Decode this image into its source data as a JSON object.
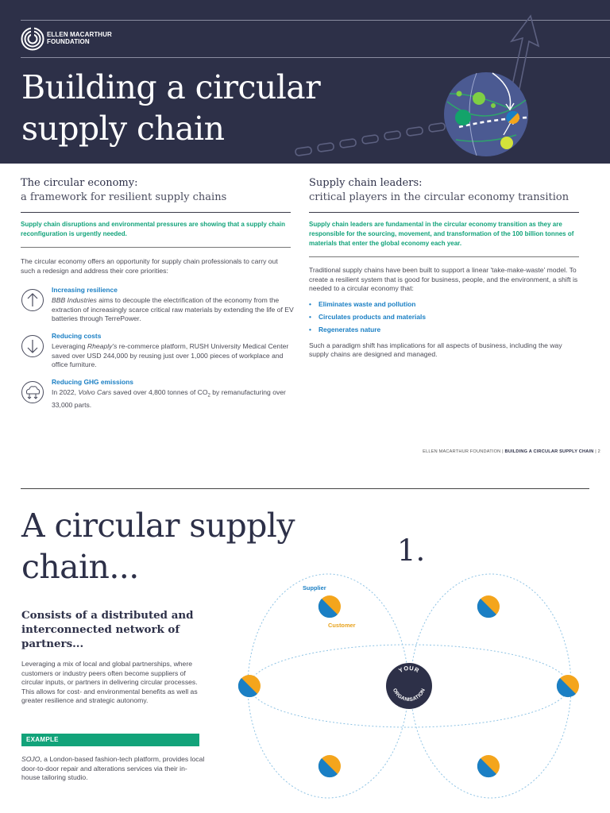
{
  "header": {
    "logo_line1": "ELLEN MACARTHUR",
    "logo_line2": "FOUNDATION",
    "title": "Building a circular supply chain"
  },
  "left": {
    "heading": "The circular economy:",
    "subheading": "a framework for resilient supply chains",
    "lead": "Supply chain disruptions and environmental pressures are showing that a supply chain reconfiguration is urgently needed.",
    "intro": "The circular economy offers an opportunity for supply chain professionals to carry out such a redesign and address their core priorities:",
    "priorities": [
      {
        "title": "Increasing resilience",
        "icon": "arrow-up-circle-icon",
        "em": "BBB Industries",
        "text": " aims to decouple the electrification of the economy from the extraction of increasingly scarce critical raw materials by extending the life of EV batteries through TerrePower."
      },
      {
        "title": "Reducing costs",
        "icon": "arrow-down-circle-icon",
        "pre": "Leveraging ",
        "em": "Rheaply's",
        "text": " re-commerce platform, RUSH University Medical Center saved over USD 244,000 by reusing just over 1,000 pieces of workplace and office furniture."
      },
      {
        "title": "Reducing GHG emissions",
        "icon": "cloud-down-icon",
        "pre": "In 2022, ",
        "em": "Volvo Cars",
        "text_a": " saved over 4,800 tonnes of CO",
        "sub": "2",
        "text_b": " by remanufacturing over 33,000 parts."
      }
    ]
  },
  "right": {
    "heading": "Supply chain leaders:",
    "subheading": "critical players in the circular economy transition",
    "lead": "Supply chain leaders are fundamental in the circular economy transition as they are responsible for the sourcing, movement, and transformation of the 100 billion tonnes of materials that enter the global economy each year.",
    "intro": "Traditional supply chains have been built to support a linear 'take-make-waste' model. To create a resilient system that is good for business, people, and the environment, a shift is needed to a circular economy that:",
    "bullets": [
      "Eliminates waste and pollution",
      "Circulates products and materials",
      "Regenerates nature"
    ],
    "outro": "Such a paradigm shift has implications for all aspects of business, including the way supply chains are designed and managed."
  },
  "footer": {
    "org": "ELLEN MACARTHUR FOUNDATION",
    "sep": " | ",
    "doc": "BUILDING A CIRCULAR SUPPLY CHAIN",
    "page": " | 2"
  },
  "page2": {
    "title": "A circular supply chain...",
    "number": "1.",
    "subheading": "Consists of a distributed and interconnected network of partners...",
    "body": "Leveraging a mix of local and global partnerships, where customers or industry peers often become suppliers of circular inputs, or partners in delivering circular processes. This allows for cost- and environmental benefits as well as greater resilience and strategic autonomy.",
    "example_label": "EXAMPLE",
    "example_em": "SOJO",
    "example_text": ", a London-based fashion-tech platform, provides local door-to-door repair and alterations services via their in-house tailoring studio.",
    "label_supplier": "Supplier",
    "label_customer": "Customer",
    "hub_top": "YOUR",
    "hub_bottom": "ORGANISATION"
  },
  "colors": {
    "navy": "#2d3048",
    "green": "#12a37a",
    "blue": "#1a7fc4",
    "amber": "#f4a51c"
  }
}
